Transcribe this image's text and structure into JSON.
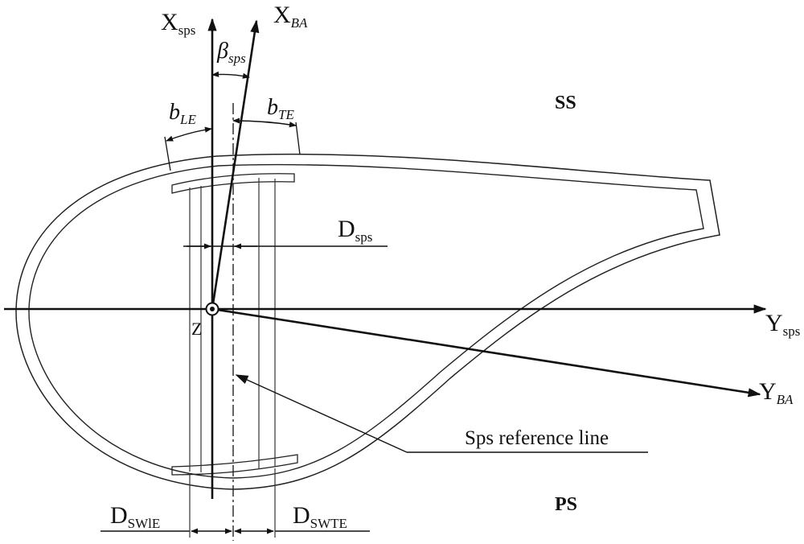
{
  "axes": {
    "x_sps": {
      "main": "X",
      "sub": "sps"
    },
    "x_ba": {
      "main": "X",
      "sub": "BA"
    },
    "y_sps": {
      "main": "Y",
      "sub": "sps"
    },
    "y_ba": {
      "main": "Y",
      "sub": "BA"
    },
    "origin": "Z"
  },
  "angles": {
    "beta_sps": {
      "main": "β",
      "sub": "sps"
    },
    "b_le": {
      "main": "b",
      "sub": "LE"
    },
    "b_te": {
      "main": "b",
      "sub": "TE"
    }
  },
  "dimensions": {
    "d_sps": {
      "main": "D",
      "sub": "sps"
    },
    "d_swle": {
      "main": "D",
      "sub": "SWlE"
    },
    "d_swte": {
      "main": "D",
      "sub": "SWTE"
    }
  },
  "regions": {
    "ss": "SS",
    "ps": "PS"
  },
  "callouts": {
    "reference_line": "Sps reference line"
  }
}
